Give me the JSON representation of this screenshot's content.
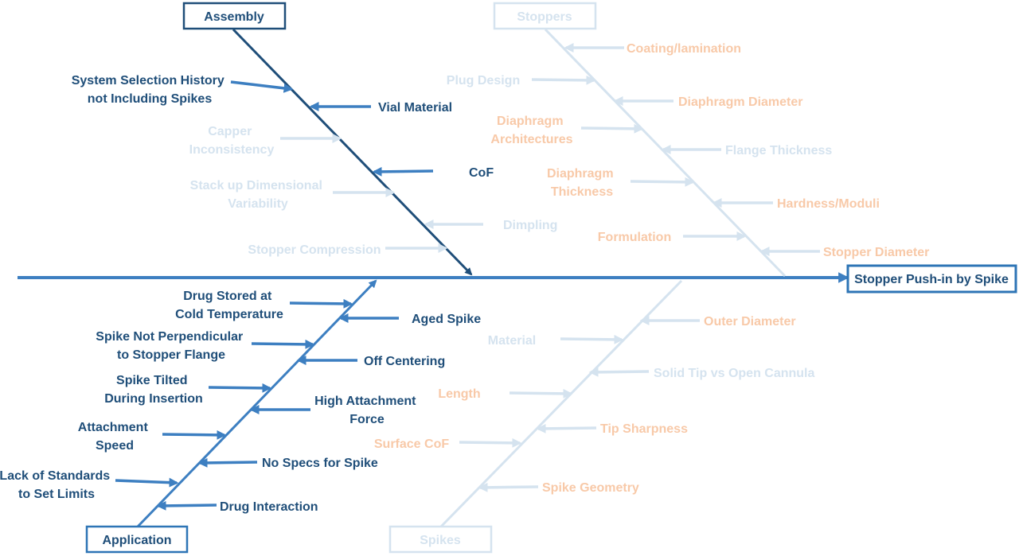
{
  "effect": "Stopper Push-in by Spike",
  "colors": {
    "bone_dark": "#1f4e79",
    "arrow_dark": "#3d7fc1",
    "faint": "#d5e3ef",
    "peach": "#f8c9a8",
    "spine": "#3d7fc1",
    "border_dark": "#2e75b6"
  },
  "categories": {
    "assembly": {
      "title": "Assembly",
      "causes": [
        {
          "lines": [
            "System Selection History",
            "not Including Spikes"
          ]
        },
        {
          "lines": [
            "Vial Material"
          ]
        },
        {
          "lines": [
            "Capper",
            "Inconsistency"
          ]
        },
        {
          "lines": [
            "CoF"
          ]
        },
        {
          "lines": [
            "Stack up Dimensional",
            "Variability"
          ]
        },
        {
          "lines": [
            "Dimpling"
          ]
        },
        {
          "lines": [
            "Stopper Compression"
          ]
        }
      ]
    },
    "stoppers": {
      "title": "Stoppers",
      "causes": [
        {
          "lines": [
            "Coating/lamination"
          ]
        },
        {
          "lines": [
            "Plug Design"
          ]
        },
        {
          "lines": [
            "Diaphragm Diameter"
          ]
        },
        {
          "lines": [
            "Diaphragm",
            "Architectures"
          ]
        },
        {
          "lines": [
            "Flange Thickness"
          ]
        },
        {
          "lines": [
            "Diaphragm",
            "Thickness"
          ]
        },
        {
          "lines": [
            "Hardness/Moduli"
          ]
        },
        {
          "lines": [
            "Formulation"
          ]
        },
        {
          "lines": [
            "Stopper Diameter"
          ]
        }
      ]
    },
    "application": {
      "title": "Application",
      "causes": [
        {
          "lines": [
            "Drug Stored at",
            "Cold Temperature"
          ]
        },
        {
          "lines": [
            "Aged Spike"
          ]
        },
        {
          "lines": [
            "Spike Not Perpendicular",
            "to Stopper Flange"
          ]
        },
        {
          "lines": [
            "Off Centering"
          ]
        },
        {
          "lines": [
            "Spike Tilted",
            "During Insertion"
          ]
        },
        {
          "lines": [
            "High Attachment",
            "Force"
          ]
        },
        {
          "lines": [
            "Attachment",
            "Speed"
          ]
        },
        {
          "lines": [
            "No Specs for Spike"
          ]
        },
        {
          "lines": [
            "Lack of Standards",
            "to Set Limits"
          ]
        },
        {
          "lines": [
            "Drug Interaction"
          ]
        }
      ]
    },
    "spikes": {
      "title": "Spikes",
      "causes": [
        {
          "lines": [
            "Outer Diameter"
          ]
        },
        {
          "lines": [
            "Material"
          ]
        },
        {
          "lines": [
            "Solid Tip vs Open Cannula"
          ]
        },
        {
          "lines": [
            "Length"
          ]
        },
        {
          "lines": [
            "Tip Sharpness"
          ]
        },
        {
          "lines": [
            "Surface CoF"
          ]
        },
        {
          "lines": [
            "Spike Geometry"
          ]
        }
      ]
    }
  }
}
